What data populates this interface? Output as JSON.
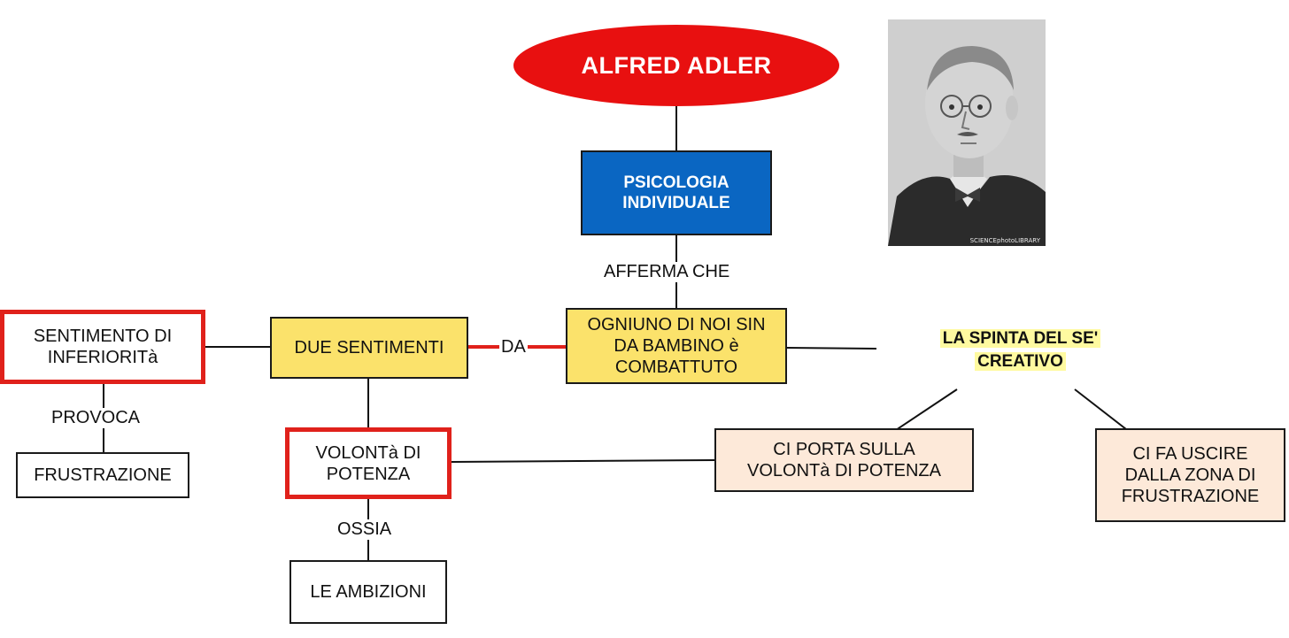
{
  "root": {
    "title": "ALFRED ADLER"
  },
  "box_psicologia": {
    "text": "PSICOLOGIA\nINDIVIDUALE"
  },
  "label_afferma": "AFFERMA CHE",
  "box_ogniuno": {
    "text": "OGNIUNO DI NOI SIN\nDA BAMBINO è\nCOMBATTUTO"
  },
  "label_da": "DA",
  "box_due_sentimenti": {
    "text": "DUE SENTIMENTI"
  },
  "box_sentimento": {
    "text": "SENTIMENTO DI\nINFERIORITà"
  },
  "label_provoca": "PROVOCA",
  "box_frustrazione": {
    "text": "FRUSTRAZIONE"
  },
  "box_volonta": {
    "text": "VOLONTà DI\nPOTENZA"
  },
  "label_ossia": "OSSIA",
  "box_ambizioni": {
    "text": "LE AMBIZIONI"
  },
  "spinta": {
    "line1": "LA SPINTA DEL SE'",
    "line2": "CREATIVO"
  },
  "box_ci_porta": {
    "text": "CI PORTA SULLA\nVOLONTà DI POTENZA"
  },
  "box_ci_fa": {
    "text": "CI FA USCIRE\nDALLA ZONA DI\nFRUSTRAZIONE"
  },
  "photo": {
    "watermark": "SCIENCEphotoLIBRARY"
  },
  "colors": {
    "ellipse_red": "#e81010",
    "box_blue": "#0a66c2",
    "box_yellow": "#fbe26b",
    "box_peach": "#fde9d9",
    "accent_red": "#e0211b",
    "highlight_yellow": "#fffaa0"
  }
}
